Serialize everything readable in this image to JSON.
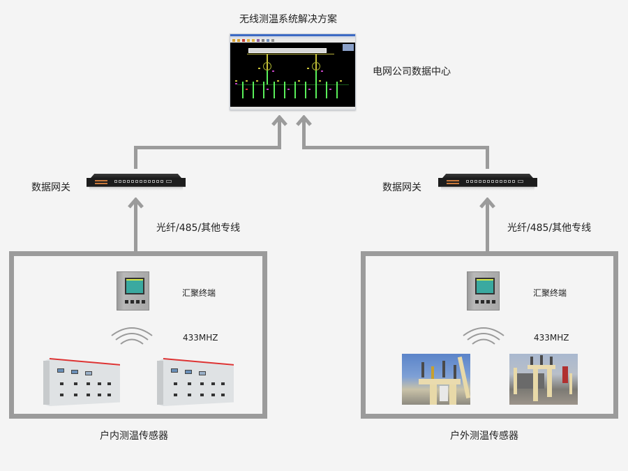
{
  "diagram": {
    "title": "无线测温系统解决方案",
    "data_center": {
      "label": "电网公司数据中心",
      "screen": "scada-single-line-diagram"
    },
    "gateways": [
      {
        "label": "数据网关",
        "link_label": "光纤/485/其他专线"
      },
      {
        "label": "数据网关",
        "link_label": "光纤/485/其他专线"
      }
    ],
    "sites": [
      {
        "terminal_label": "汇聚终端",
        "frequency_label": "433MHZ",
        "caption": "户内测温传感器",
        "equipment": [
          "switchgear-cabinet",
          "switchgear-cabinet"
        ]
      },
      {
        "terminal_label": "汇聚终端",
        "frequency_label": "433MHZ",
        "caption": "户外测温传感器",
        "equipment": [
          "outdoor-substation-photo",
          "outdoor-substation-photo"
        ]
      }
    ],
    "colors": {
      "background": "#f4f4f4",
      "connector": "#9b9b9b",
      "text": "#222222"
    }
  }
}
